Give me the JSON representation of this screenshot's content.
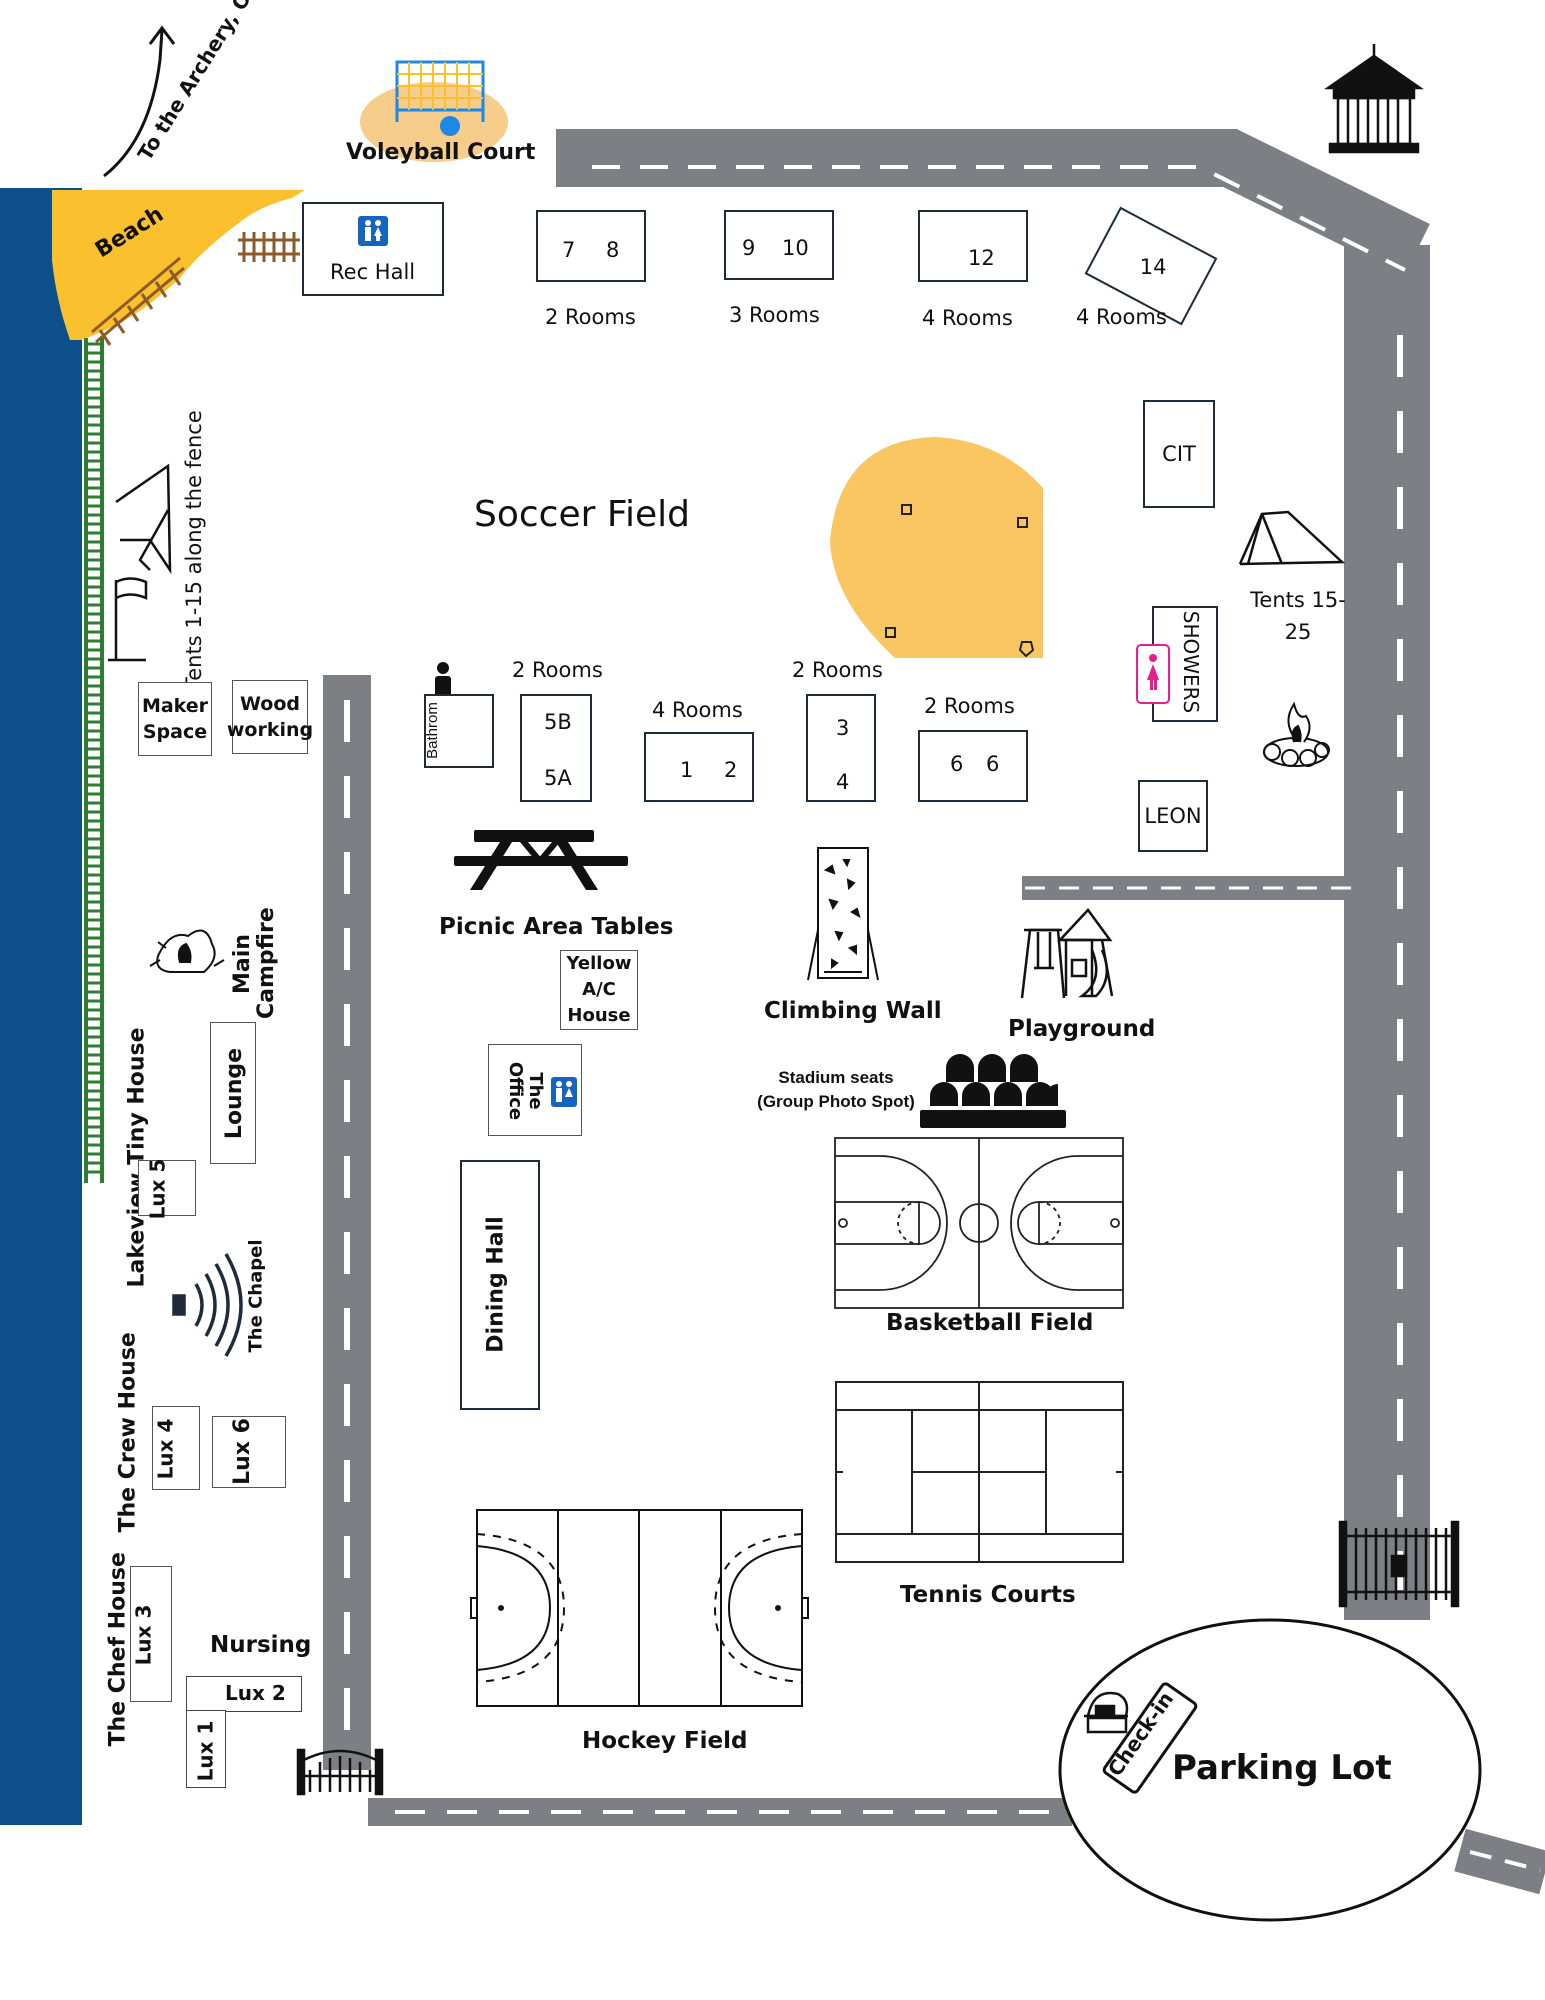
{
  "labels": {
    "to_trails": "To the Archery, Obstacles, and Trails",
    "volleyball": "Voleyball Court",
    "beach": "Beach",
    "rec_hall": "Rec Hall",
    "cabin_78_nums": [
      "7",
      "8"
    ],
    "cabin_78_rooms": "2 Rooms",
    "cabin_910_nums": [
      "9",
      "10"
    ],
    "cabin_910_rooms": "3 Rooms",
    "cabin_12_num": "12",
    "cabin_12_rooms": "4 Rooms",
    "cabin_14_num": "14",
    "cabin_14_rooms": "4 Rooms",
    "tents_fence": "Tents 1-15 along the fence",
    "soccer": "Soccer Field",
    "cit": "CIT",
    "tents_right": "Tents 15-25",
    "showers": "SHOWERS",
    "maker": "Maker Space",
    "wood": "Wood working",
    "bathroom": "Bathrom",
    "cabin_5_rooms": "2 Rooms",
    "cabin_5_top": "5B",
    "cabin_5_bot": "5A",
    "cabin_12b_rooms": "4 Rooms",
    "cabin_12b_nums": [
      "1",
      "2"
    ],
    "cabin_34_rooms": "2 Rooms",
    "cabin_34_top": "3",
    "cabin_34_bot": "4",
    "cabin_66_rooms": "2 Rooms",
    "cabin_66_nums": [
      "6",
      "6"
    ],
    "leon": "LEON",
    "picnic": "Picnic Area Tables",
    "yellow_ac": "Yellow A/C House",
    "climbing": "Climbing Wall",
    "playground": "Playground",
    "main_campfire": "Main Campfire",
    "lounge": "Lounge",
    "office": "The Office",
    "stadium": "Stadium seats (Group Photo Spot)",
    "lakeview": "Lakeview Tiny House",
    "lux5": "Lux 5",
    "dining": "Dining Hall",
    "basketball": "Basketball Field",
    "chapel": "The Chapel",
    "crew": "The Crew House",
    "lux4": "Lux 4",
    "lux6": "Lux 6",
    "tennis": "Tennis Courts",
    "chef": "The Chef House",
    "lux3": "Lux 3",
    "nursing": "Nursing",
    "lux2": "Lux 2",
    "lux1": "Lux 1",
    "hockey": "Hockey Field",
    "checkin": "Check-in",
    "parking": "Parking Lot"
  },
  "colors": {
    "lake": "#0c4f8a",
    "sand": "#fbc02d",
    "road": "#7d7f85",
    "road_dash": "#ffffff",
    "fence": "#2e7d32",
    "dark": "#1e2b3a",
    "restroom_blue": "#1565c0",
    "restroom_pink": "#e91e8c",
    "volley_bg": "#f7cd8c",
    "ball_field": "#f9c662"
  },
  "icons": [
    "arrow-icon",
    "volleyball-net-icon",
    "restroom-icon",
    "tent-icon",
    "flag-icon",
    "gazebo-icon",
    "person-icon",
    "picnic-table-icon",
    "climbing-wall-icon",
    "playground-icon",
    "campfire-icon",
    "stadium-seats-icon",
    "chapel-speaker-icon",
    "gate-icon",
    "checkin-hut-icon"
  ]
}
